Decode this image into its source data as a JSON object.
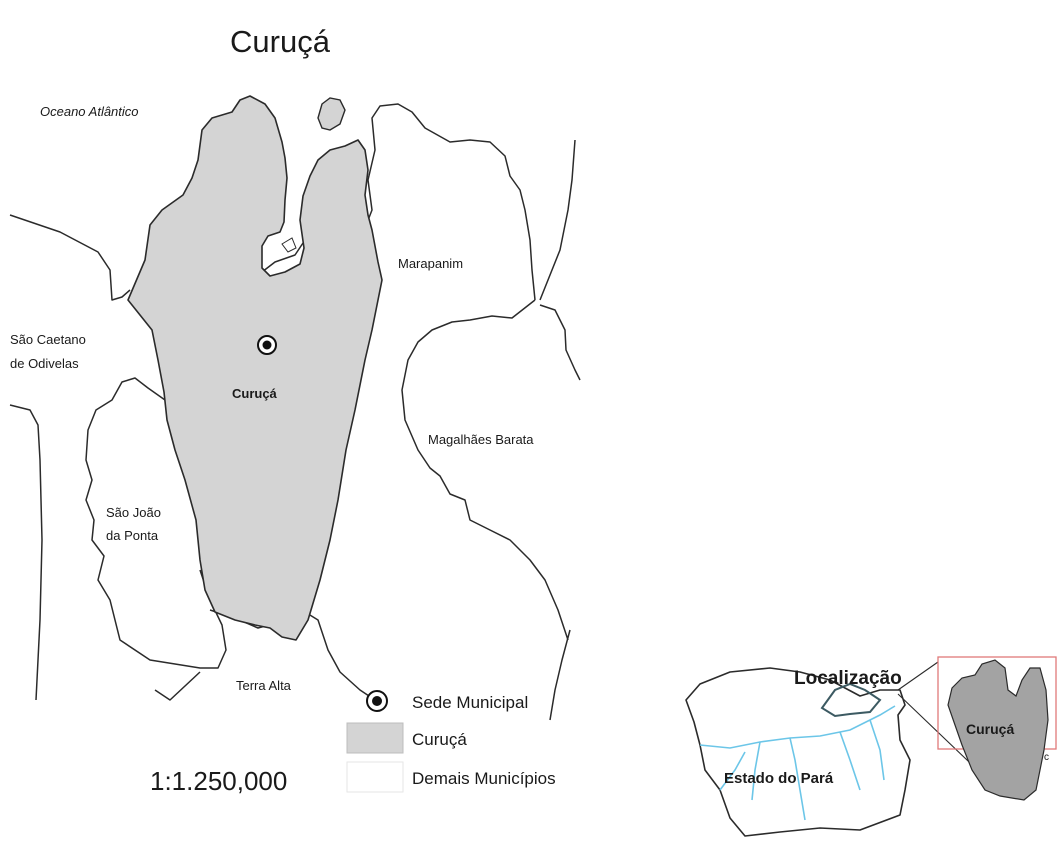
{
  "title": "Curuçá",
  "colors": {
    "municipality_fill": "#d4d4d4",
    "border": "#2b2b2b",
    "river": "#6cc6e8",
    "inset_frame": "#e07a7a"
  },
  "labels": {
    "ocean": "Oceano Atlântico",
    "marapanim": "Marapanim",
    "sao_caetano_1": "São Caetano",
    "sao_caetano_2": "de Odivelas",
    "curuca": "Curuçá",
    "magalhaes": "Magalhães Barata",
    "sao_joao_1": "São João",
    "sao_joao_2": "da Ponta",
    "terra_alta": "Terra Alta"
  },
  "legend": {
    "sede": "Sede Municipal",
    "curuca": "Curuçá",
    "demais": "Demais Municípios"
  },
  "scale": "1:1.250,000",
  "inset": {
    "title": "Localização",
    "state": "Estado do Pará",
    "municipality": "Curuçá"
  }
}
